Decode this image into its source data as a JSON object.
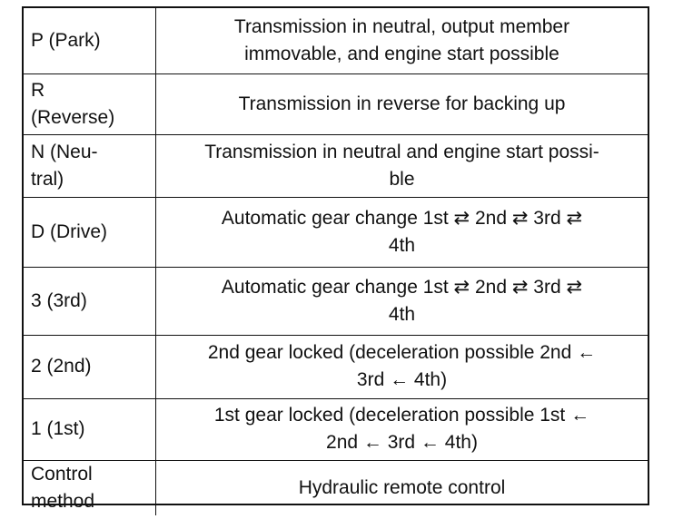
{
  "table": {
    "rows": [
      {
        "position": "P (Park)",
        "function_lines": [
          "Transmission in neutral, output member",
          "immovable, and engine start possible"
        ]
      },
      {
        "position_lines": [
          "R",
          "(Reverse)"
        ],
        "function": "Transmission in reverse for backing up"
      },
      {
        "position_lines": [
          "N (Neu-",
          "tral)"
        ],
        "function_lines": [
          "Transmission in neutral and engine start possi-",
          "ble"
        ]
      },
      {
        "position": "D (Drive)",
        "function_lines": [
          "Automatic gear change 1st ⇄ 2nd ⇄ 3rd ⇄",
          "4th"
        ]
      },
      {
        "position": "3 (3rd)",
        "function_lines": [
          "Automatic gear change 1st ⇄ 2nd ⇄ 3rd ⇄",
          "4th"
        ]
      },
      {
        "position": "2 (2nd)",
        "function_lines": [
          "2nd gear locked (deceleration possible 2nd ←",
          "3rd ← 4th)"
        ]
      },
      {
        "position": "1 (1st)",
        "function_lines": [
          "1st gear locked (deceleration possible 1st ←",
          "2nd ← 3rd ← 4th)"
        ]
      },
      {
        "position_lines": [
          "Control",
          "method"
        ],
        "function": "Hydraulic remote control"
      }
    ]
  }
}
